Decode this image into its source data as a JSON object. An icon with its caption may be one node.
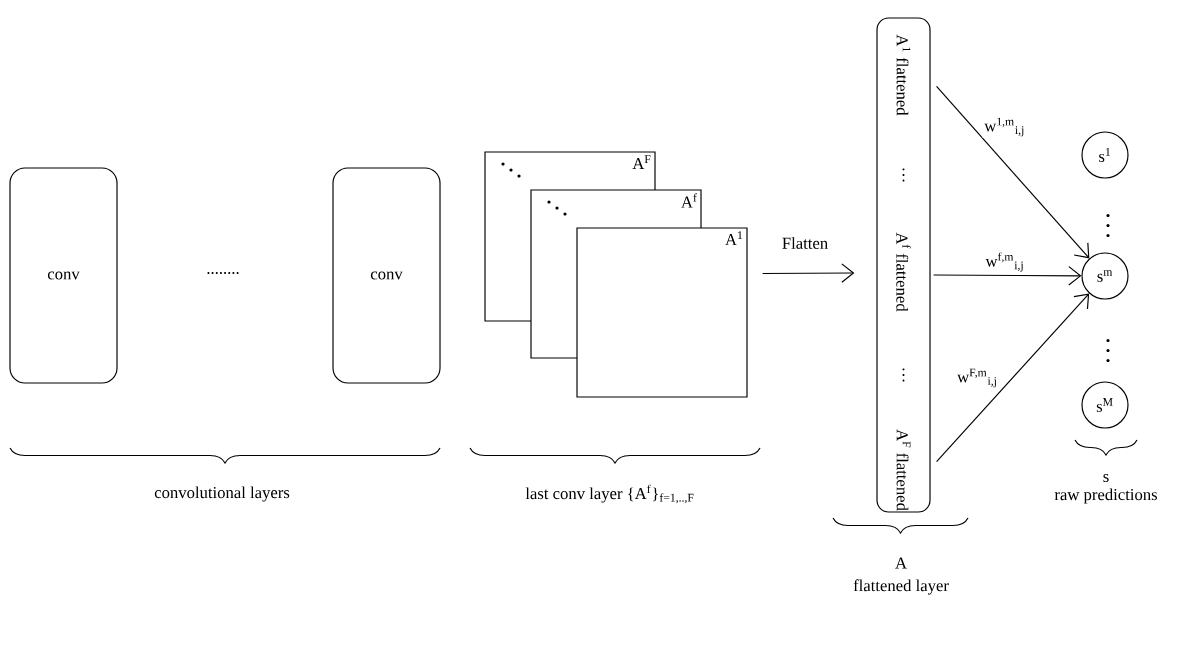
{
  "diagram": {
    "nodes": [
      {
        "text": [
          "conv"
        ]
      },
      {
        "text": [
          "conv"
        ]
      },
      {
        "text": [
          "A$^{F}$"
        ]
      },
      {
        "text": [
          "A$^{f}$"
        ]
      },
      {
        "text": [
          "A$^{1}$"
        ]
      },
      {
        "text": [
          "A$^{1}$ flattened",
          "…",
          "A$^{f}$ flattened",
          "…",
          "A$^{F}$ flattened"
        ]
      },
      {
        "text": [
          "s$^{1}$"
        ]
      },
      {
        "text": [
          "s$^{m}$"
        ]
      },
      {
        "text": [
          "s$^{M}$"
        ]
      }
    ],
    "edges": [
      {
        "from": 4,
        "to": 5,
        "arrow": "to",
        "label": "Flatten"
      },
      {
        "from": 5,
        "to": 7,
        "arrow": "to",
        "label": "w$^{1,m}$$_{i,j}$"
      },
      {
        "from": 5,
        "to": 7,
        "arrow": "to",
        "label": "w$^{f,m}$$_{i,j}$"
      },
      {
        "from": 5,
        "to": 7,
        "arrow": "to",
        "label": "w$^{F,m}$$_{i,j}$"
      }
    ],
    "labels": [
      "........",
      "convolutional layers",
      "last conv layer {A$^{f}$}$_{f=1,..,F}$",
      "A",
      "flattened layer",
      "s",
      "raw predictions"
    ]
  }
}
